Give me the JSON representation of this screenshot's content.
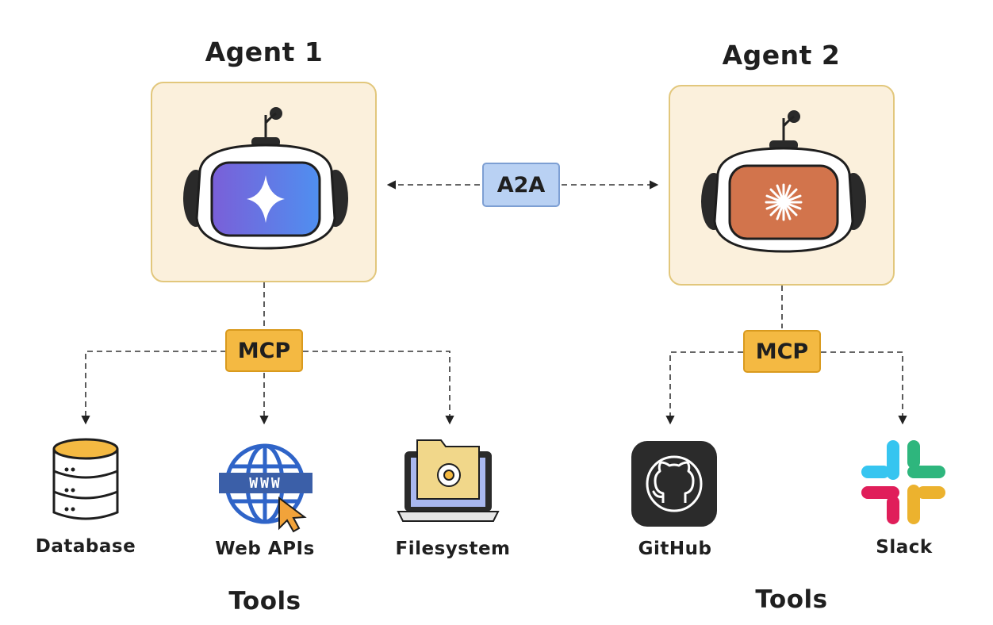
{
  "agents": [
    {
      "title": "Agent 1"
    },
    {
      "title": "Agent 2"
    }
  ],
  "protocols": {
    "a2a": "A2A",
    "mcp_left": "MCP",
    "mcp_right": "MCP"
  },
  "tools": {
    "database": "Database",
    "web_apis": "Web APIs",
    "web_badge": "www",
    "filesystem": "Filesystem",
    "github": "GitHub",
    "slack": "Slack"
  },
  "tools_titles": [
    "Tools",
    "Tools"
  ],
  "colors": {
    "agent_box_bg": "#fbf0dc",
    "agent_box_border": "#e2c77c",
    "mcp_fill": "#f4b942",
    "a2a_fill": "#b9d1f3",
    "agent1_visor": "#7c6ae0",
    "agent2_visor": "#d2744c"
  }
}
